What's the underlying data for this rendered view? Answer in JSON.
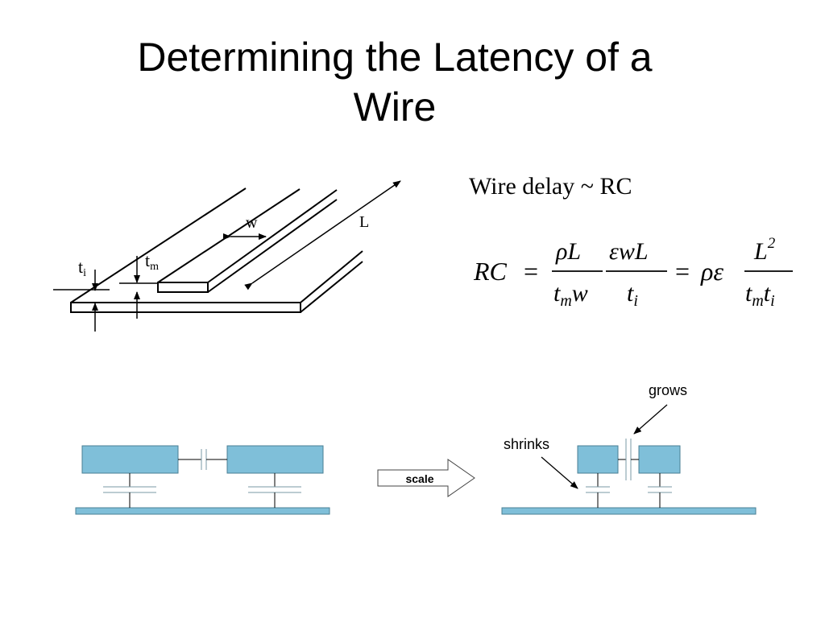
{
  "title": {
    "line1": "Determining the Latency of a",
    "line2": "Wire"
  },
  "wire_diagram": {
    "label_w": "w",
    "label_L": "L",
    "label_t": "t",
    "label_i_sub": "i",
    "label_m_sub": "m"
  },
  "equations": {
    "delay_text": "Wire delay ~ RC",
    "rc_lhs": "RC",
    "eq_sign": "=",
    "frac1_num": "ρL",
    "frac1_den_t": "t",
    "frac1_den_sub": "m",
    "frac1_den_w": "w",
    "frac2_num": "εwL",
    "frac2_den_t": "t",
    "frac2_den_sub": "i",
    "rhoeps": "ρε",
    "frac3_num": "L",
    "frac3_num_sup": "2",
    "frac3_den_t1": "t",
    "frac3_den_sub1": "m",
    "frac3_den_t2": "t",
    "frac3_den_sub2": "i"
  },
  "scaling": {
    "arrow_label": "scale",
    "grows_label": "grows",
    "shrinks_label": "shrinks",
    "colors": {
      "block_fill": "#7fbfd9",
      "block_stroke": "#4a7f94"
    }
  }
}
